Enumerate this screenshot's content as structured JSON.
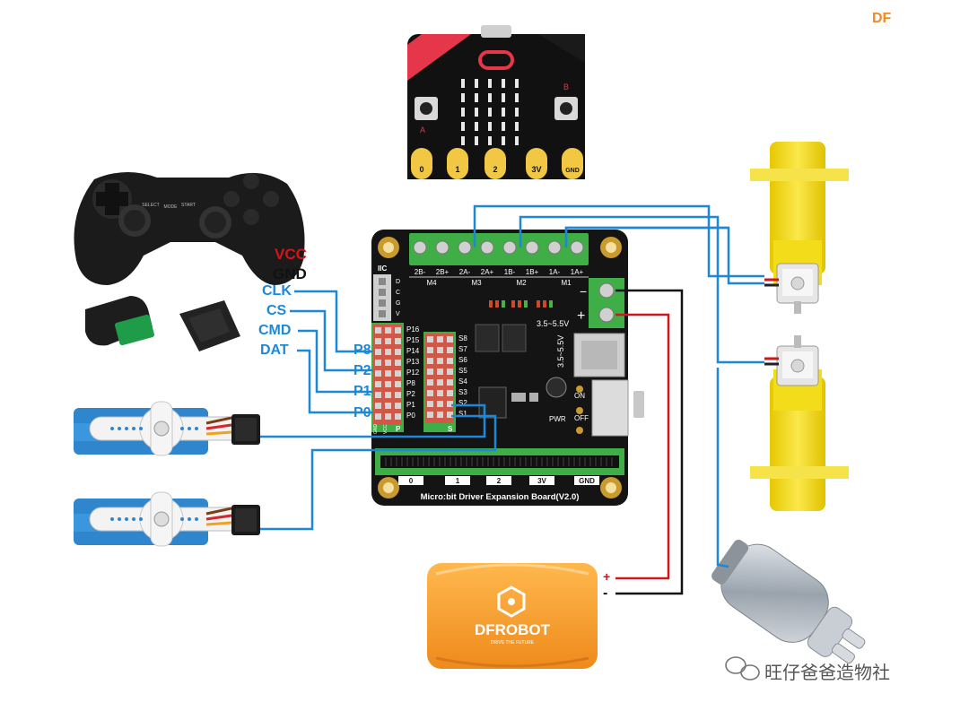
{
  "brand_mark": "DF",
  "microbit": {
    "pins": [
      "0",
      "1",
      "2",
      "3V",
      "GND"
    ],
    "buttons": [
      "A",
      "B"
    ]
  },
  "controller_labels": {
    "vcc": "VCC",
    "gnd": "GND",
    "clk": "CLK",
    "cs": "CS",
    "cmd": "CMD",
    "dat": "DAT"
  },
  "controller_pins": {
    "p8": "P8",
    "p2": "P2",
    "p1": "P1",
    "p0": "P0"
  },
  "board": {
    "name": "Micro:bit Driver Expansion Board(V2.0)",
    "motor_terminals": [
      "2B-",
      "2B+",
      "2A-",
      "2A+",
      "1B-",
      "1B+",
      "1A-",
      "1A+"
    ],
    "motor_groups": [
      "M4",
      "M3",
      "M2",
      "M1"
    ],
    "iic_label": "IIC",
    "iic_pins": [
      "D",
      "C",
      "G",
      "V"
    ],
    "p_header": [
      "P16",
      "P15",
      "P14",
      "P13",
      "P12",
      "P8",
      "P2",
      "P1",
      "P0"
    ],
    "s_header": [
      "S8",
      "S7",
      "S6",
      "S5",
      "S4",
      "S3",
      "S2",
      "S1"
    ],
    "power_range": "3.5~5.5V",
    "switch_on": "ON",
    "switch_off": "OFF",
    "pwr_label": "PWR",
    "edge_labels": [
      "0",
      "1",
      "2",
      "3V",
      "GND"
    ],
    "plus_sign": "+",
    "minus_sign": "−",
    "gnd_label": "GND",
    "vcc_label": "VCC",
    "p_label": "P",
    "s_label": "S"
  },
  "battery": {
    "brand": "DFROBOT",
    "tagline": "DRIVE THE FUTURE",
    "plus": "+",
    "minus": "-"
  },
  "controller_buttons": [
    "SELECT",
    "MODE",
    "START"
  ],
  "watermark": "旺仔爸爸造物社",
  "colors": {
    "wire_blue": "#1e88d8",
    "wire_red": "#d0151b",
    "wire_black": "#111111",
    "board_black": "#141414",
    "terminal_green": "#3fae47",
    "motor_yellow": "#f3dc1a",
    "battery_orange": "#f39a2b",
    "servo_blue": "#2f86cc"
  }
}
